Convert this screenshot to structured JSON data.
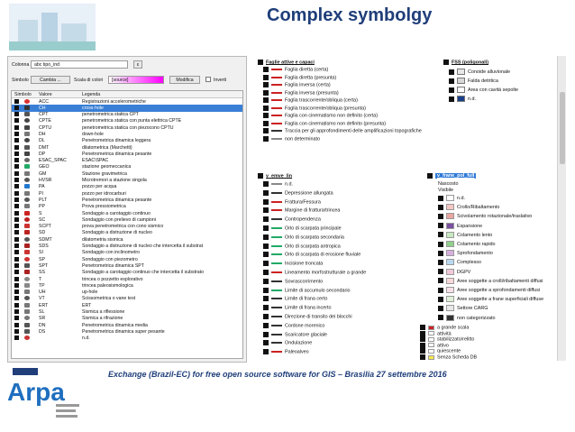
{
  "title": "Complex symbolgy",
  "footer": "Exchange (Brazil-EC) for free open source software for GIS – Brasilia 27 settembre 2016",
  "dialog": {
    "colonna_label": "Colonna",
    "colonna_value": "abc tipo_ind",
    "expr_btn": "ε",
    "simbolo_label": "Simbolo",
    "cambia_btn": "Cambia ...",
    "scala_label": "Scala di colori",
    "scala_value": "[source]",
    "modifica_btn": "Modifica",
    "inverti_label": "Inverti",
    "headers": [
      "Simbolo",
      "Valore",
      "Legenda"
    ],
    "rows": [
      {
        "v": "ACC",
        "l": "Registrazioni accelerometriche",
        "c": "#d33"
      },
      {
        "v": "CH",
        "l": "cross-hole",
        "c": "#333",
        "sel": true
      },
      {
        "v": "CPT",
        "l": "penetrometrica statica CPT",
        "c": "#555"
      },
      {
        "v": "CPTE",
        "l": "penetrometrica statica con punta elettrica CPTE",
        "c": "#444"
      },
      {
        "v": "CPTU",
        "l": "penetrometrica statica con piezocono CPTU",
        "c": "#444"
      },
      {
        "v": "DH",
        "l": "down-hole",
        "c": "#777"
      },
      {
        "v": "DL",
        "l": "Penetrometrica dinamica leggera",
        "c": "#444"
      },
      {
        "v": "DMT",
        "l": "dilatometrica (Marchetti)",
        "c": "#555"
      },
      {
        "v": "DP",
        "l": "Penetrometrica dinamica pesante",
        "c": "#444"
      },
      {
        "v": "ESAC_SPAC",
        "l": "ESAC\\SPAC",
        "c": "#666"
      },
      {
        "v": "GEO",
        "l": "stazione geomeccanica",
        "c": "#2a6"
      },
      {
        "v": "GM",
        "l": "Stazione gravimetrica",
        "c": "#777"
      },
      {
        "v": "HVSR",
        "l": "Microtremori a stazione singola",
        "c": "#555"
      },
      {
        "v": "PA",
        "l": "pozzo per acqua",
        "c": "#27c"
      },
      {
        "v": "PI",
        "l": "pozzo per idrocarburi",
        "c": "#777"
      },
      {
        "v": "PLT",
        "l": "Penetrometrica dinamica pesante",
        "c": "#555"
      },
      {
        "v": "PP",
        "l": "Prova pressiometrica",
        "c": "#777"
      },
      {
        "v": "S",
        "l": "Sondaggio a carotaggio continuo",
        "c": "#c22"
      },
      {
        "v": "SC",
        "l": "Sondaggio con prelievo di campioni",
        "c": "#b22"
      },
      {
        "v": "SCPT",
        "l": "prova penetrometrica con cono sismico",
        "c": "#c33"
      },
      {
        "v": "SD",
        "l": "Sondaggio a distruzione di nucleo",
        "c": "#b22"
      },
      {
        "v": "SDMT",
        "l": "dilatometria sismica",
        "c": "#555"
      },
      {
        "v": "SDS",
        "l": "Sondaggio a distruzione di nucleo che intercetta il substrat",
        "c": "#a22"
      },
      {
        "v": "SI",
        "l": "Sondaggio con inclinometro",
        "c": "#c33"
      },
      {
        "v": "SP",
        "l": "Sondaggio con piezometro",
        "c": "#c33"
      },
      {
        "v": "SPT",
        "l": "Penetrometrica dinamica SPT",
        "c": "#555"
      },
      {
        "v": "SS",
        "l": "Sondaggio a carotaggio continuo che intercetta il substrato",
        "c": "#a22"
      },
      {
        "v": "T",
        "l": "trincea o pozzetto esplorativo",
        "c": "#888"
      },
      {
        "v": "TP",
        "l": "trincea paleosismologica",
        "c": "#888"
      },
      {
        "v": "UH",
        "l": "up-hole",
        "c": "#777"
      },
      {
        "v": "VT",
        "l": "Scissometrica o vane test",
        "c": "#555"
      },
      {
        "v": "ERT",
        "l": "ERT",
        "c": "#777"
      },
      {
        "v": "SL",
        "l": "Sismica a riflessione",
        "c": "#777"
      },
      {
        "v": "SR",
        "l": "Sismica a rifrazione",
        "c": "#777"
      },
      {
        "v": "DN",
        "l": "Penetrometrica dinamica media",
        "c": "#555"
      },
      {
        "v": "DS",
        "l": "Penetrometrica dinamica super pesante",
        "c": "#555"
      },
      {
        "v": "",
        "l": "n.d.",
        "c": "#c33"
      }
    ]
  },
  "right": {
    "faglie_title": "Faglie attive e capaci",
    "faglie": [
      {
        "t": "Faglia diretta (certa)",
        "c": "#c22"
      },
      {
        "t": "Faglia diretta (presunta)",
        "c": "#c22"
      },
      {
        "t": "Faglia inversa (certa)",
        "c": "#c22"
      },
      {
        "t": "Faglia inversa (presunta)",
        "c": "#c22"
      },
      {
        "t": "Faglia trascorrente/obliqua (certa)",
        "c": "#c22"
      },
      {
        "t": "Faglia trascorrente/obliqua (presunta)",
        "c": "#c22"
      },
      {
        "t": "Faglia con cinematismo non definito (certa)",
        "c": "#c22"
      },
      {
        "t": "Faglia con cinematismo non definito (presunta)",
        "c": "#c22"
      },
      {
        "t": "Traccia per gli approfondimenti delle amplificazioni topografiche",
        "c": "#333"
      },
      {
        "t": "non determinato",
        "c": "#888"
      }
    ],
    "fss_title": "FSS (poligonali)",
    "fss": [
      {
        "t": "Conoide alluvionale",
        "c": "#e8e8e8"
      },
      {
        "t": "Falda detritica",
        "c": "#d8d8d8"
      },
      {
        "t": "Area con cavità sepolte",
        "c": "#ffffff"
      },
      {
        "t": "n.d.",
        "c": "#1a3f8a"
      }
    ],
    "emve_title": "v_emve_lin",
    "emve": [
      {
        "t": "n.d.",
        "c": "#888"
      },
      {
        "t": "Depressione allungata",
        "c": "#333"
      },
      {
        "t": "Frattura/Fessura",
        "c": "#c22"
      },
      {
        "t": "Margine di frattura/trincea",
        "c": "#c22"
      },
      {
        "t": "Contropendenza",
        "c": "#333"
      },
      {
        "t": "Orlo di scarpata principale",
        "c": "#2a6"
      },
      {
        "t": "Orlo di scarpata secondaria",
        "c": "#2a6"
      },
      {
        "t": "Orlo di scarpata antropica",
        "c": "#2a6"
      },
      {
        "t": "Orlo di scarpata di erosione fluviale",
        "c": "#2a6"
      },
      {
        "t": "Incisione troncata",
        "c": "#2a6"
      },
      {
        "t": "Lineamento morfostrutturale a grande",
        "c": "#c22"
      },
      {
        "t": "Sovrascorrimento",
        "c": "#333"
      },
      {
        "t": "Limite di accumulo secondario",
        "c": "#2a6"
      },
      {
        "t": "Limite di frana certo",
        "c": "#333"
      },
      {
        "t": "Limite di frana incerto",
        "c": "#333"
      },
      {
        "t": "Direzione di transito dei blocchi",
        "c": "#333"
      },
      {
        "t": "Cordone morenico",
        "c": "#333"
      },
      {
        "t": "Scaricatore glaciale",
        "c": "#333"
      },
      {
        "t": "Ondulazione",
        "c": "#333"
      },
      {
        "t": "Paleoalveo",
        "c": "#c22"
      }
    ],
    "frane_title": "v_frane_pol_full",
    "frane_sub": [
      "Nascosto",
      "Visibile"
    ],
    "frane": [
      {
        "t": "n.d.",
        "c": "#ffffff"
      },
      {
        "t": "Crollo/Ribaltamento",
        "c": "#f4c7c3"
      },
      {
        "t": "Scivolamento rotazionale/traslativo",
        "c": "#e8a6a0"
      },
      {
        "t": "Espansione",
        "c": "#7a4fa0"
      },
      {
        "t": "Colamento lento",
        "c": "#c7e8c0"
      },
      {
        "t": "Colamento rapido",
        "c": "#8fd08a"
      },
      {
        "t": "Sprofondamento",
        "c": "#d8b0e0"
      },
      {
        "t": "Complesso",
        "c": "#b8d8f0"
      },
      {
        "t": "DGPV",
        "c": "#f0c8d8"
      },
      {
        "t": "Aree soggette a crolli/ribaltamenti diffusi",
        "c": "#f8d8d8"
      },
      {
        "t": "Aree soggette a sprofondamenti diffusi",
        "c": "#f8e0e8"
      },
      {
        "t": "Aree soggette a frane superficiali diffuse",
        "c": "#e0f0d8"
      },
      {
        "t": "Settore CARG",
        "c": "#e8e8e8"
      },
      {
        "t": "non categorizzato",
        "c": "#333"
      }
    ],
    "extra": [
      {
        "t": "a grande scala",
        "c": "#c22"
      },
      {
        "t": "attività",
        "c": "#fff"
      },
      {
        "t": "stabilizzato/relitto",
        "c": "#fff"
      },
      {
        "t": "attivo",
        "c": "#fff"
      },
      {
        "t": "quiescente",
        "c": "#fff"
      },
      {
        "t": "Senza Scheda DB",
        "c": "#f5e94a"
      }
    ]
  }
}
